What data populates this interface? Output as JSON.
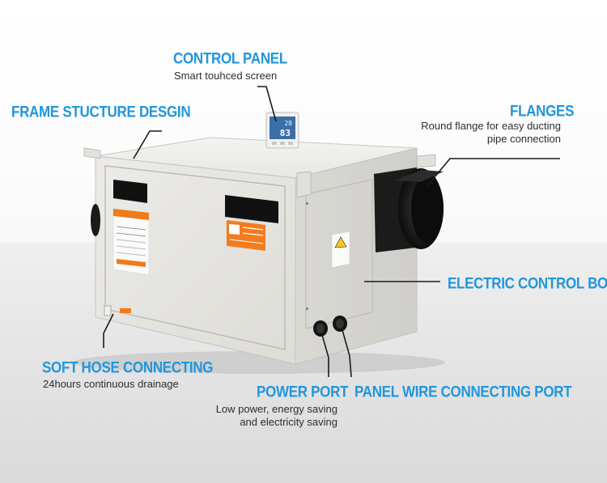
{
  "callouts": {
    "control_panel": {
      "title": "CONTROL PANEL",
      "desc": "Smart touhced screen"
    },
    "frame": {
      "title": "FRAME STUCTURE DESGIN"
    },
    "flanges": {
      "title": "FLANGES",
      "desc_line1": "Round flange for easy ducting",
      "desc_line2": "pipe connection"
    },
    "electric_box": {
      "title": "ELECTRIC CONTROL BOX"
    },
    "soft_hose": {
      "title": "SOFT HOSE CONNECTING",
      "desc": "24hours continuous drainage"
    },
    "power_port": {
      "title": "POWER PORT",
      "desc_line1": "Low power, energy saving",
      "desc_line2": "and electricity saving"
    },
    "panel_wire": {
      "title": "PANEL WIRE CONNECTING PORT"
    }
  },
  "display": {
    "line1": "28",
    "line2": "83"
  },
  "colors": {
    "accent": "#2196dc",
    "cabinet": "#e6e6e2",
    "text": "#2e2e2e"
  }
}
